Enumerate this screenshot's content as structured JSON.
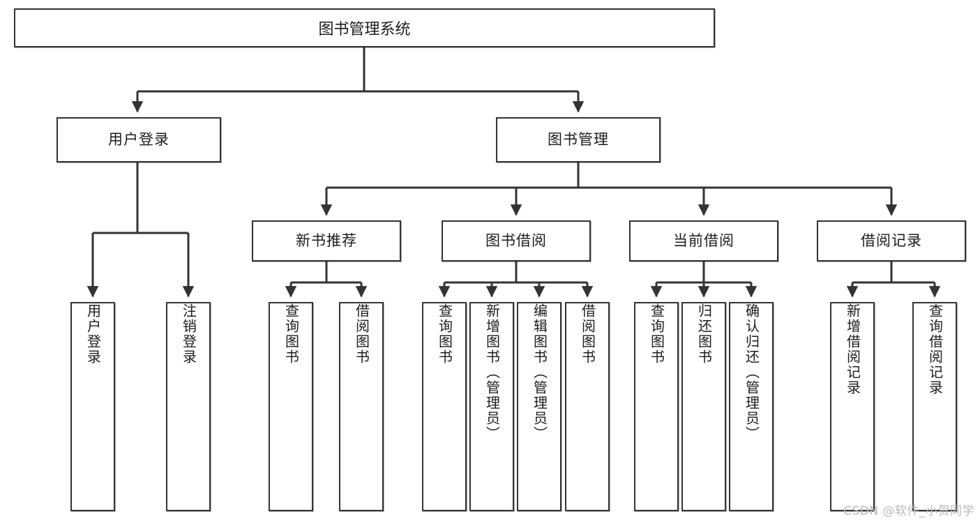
{
  "diagram": {
    "title": "图书管理系统",
    "type": "tree-hierarchy",
    "watermark": "CSDN @软件_小贺同学",
    "colors": {
      "box_border": "#333333",
      "box_fill": "#ffffff",
      "edge": "#333333",
      "text": "#1c1c1c",
      "watermark": "#b9b9b9"
    },
    "root": {
      "id": "root",
      "label": "图书管理系统"
    },
    "level2": [
      {
        "id": "user-login",
        "label": "用户登录"
      },
      {
        "id": "book-manage",
        "label": "图书管理"
      }
    ],
    "level3": [
      {
        "id": "new-book-rec",
        "label": "新书推荐",
        "parent": "book-manage"
      },
      {
        "id": "book-borrow",
        "label": "图书借阅",
        "parent": "book-manage"
      },
      {
        "id": "current-borrow",
        "label": "当前借阅",
        "parent": "book-manage"
      },
      {
        "id": "borrow-record",
        "label": "借阅记录",
        "parent": "book-manage"
      }
    ],
    "leaves": [
      {
        "id": "leaf-user-login",
        "label": "用户登录",
        "parent": "user-login"
      },
      {
        "id": "leaf-logout",
        "label": "注销登录",
        "parent": "user-login"
      },
      {
        "id": "leaf-query-book-1",
        "label": "查询图书",
        "parent": "new-book-rec"
      },
      {
        "id": "leaf-borrow-book-1",
        "label": "借阅图书",
        "parent": "new-book-rec"
      },
      {
        "id": "leaf-query-book-2",
        "label": "查询图书",
        "parent": "book-borrow"
      },
      {
        "id": "leaf-add-book",
        "label": "新增图书（管理员）",
        "parent": "book-borrow"
      },
      {
        "id": "leaf-edit-book",
        "label": "编辑图书（管理员）",
        "parent": "book-borrow"
      },
      {
        "id": "leaf-borrow-book-2",
        "label": "借阅图书",
        "parent": "book-borrow"
      },
      {
        "id": "leaf-query-book-3",
        "label": "查询图书",
        "parent": "current-borrow"
      },
      {
        "id": "leaf-return-book",
        "label": "归还图书",
        "parent": "current-borrow"
      },
      {
        "id": "leaf-confirm-return",
        "label": "确认归还（管理员）",
        "parent": "current-borrow"
      },
      {
        "id": "leaf-add-record",
        "label": "新增借阅记录",
        "parent": "borrow-record"
      },
      {
        "id": "leaf-query-record",
        "label": "查询借阅记录",
        "parent": "borrow-record"
      }
    ]
  }
}
